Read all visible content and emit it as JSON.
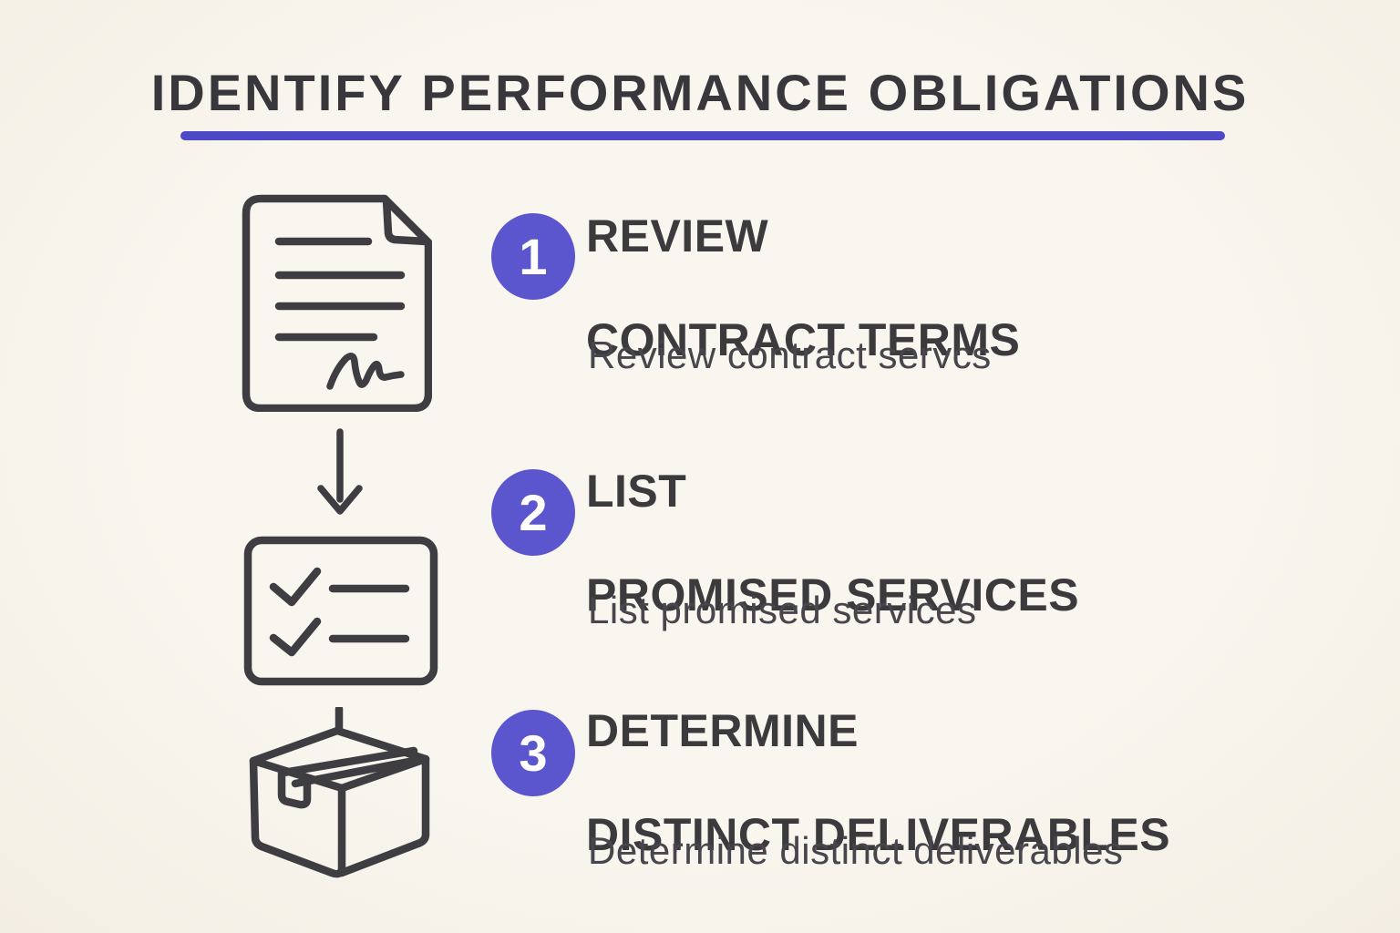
{
  "title": "IDENTIFY PERFORMANCE OBLIGATIONS",
  "colors": {
    "background": "#f8f4ec",
    "ink": "#3b3a3d",
    "circle_purple": "#5b55ce",
    "underline_blue": "#4c48c6",
    "number_text": "#ffffff"
  },
  "icons": [
    {
      "name": "contract-document-icon"
    },
    {
      "name": "down-arrow-icon"
    },
    {
      "name": "checklist-icon"
    },
    {
      "name": "package-box-icon"
    }
  ],
  "steps": [
    {
      "number": "1",
      "heading_line1": "REVIEW",
      "heading_line2": "CONTRACT TERMS",
      "subtitle": "Review contract servcs"
    },
    {
      "number": "2",
      "heading_line1": "LIST",
      "heading_line2": "PROMISED SERVICES",
      "subtitle": "List promised services"
    },
    {
      "number": "3",
      "heading_line1": "DETERMINE",
      "heading_line2": "DISTINCT DELIVERABLES",
      "subtitle": "Determine distinct deliverables"
    }
  ]
}
